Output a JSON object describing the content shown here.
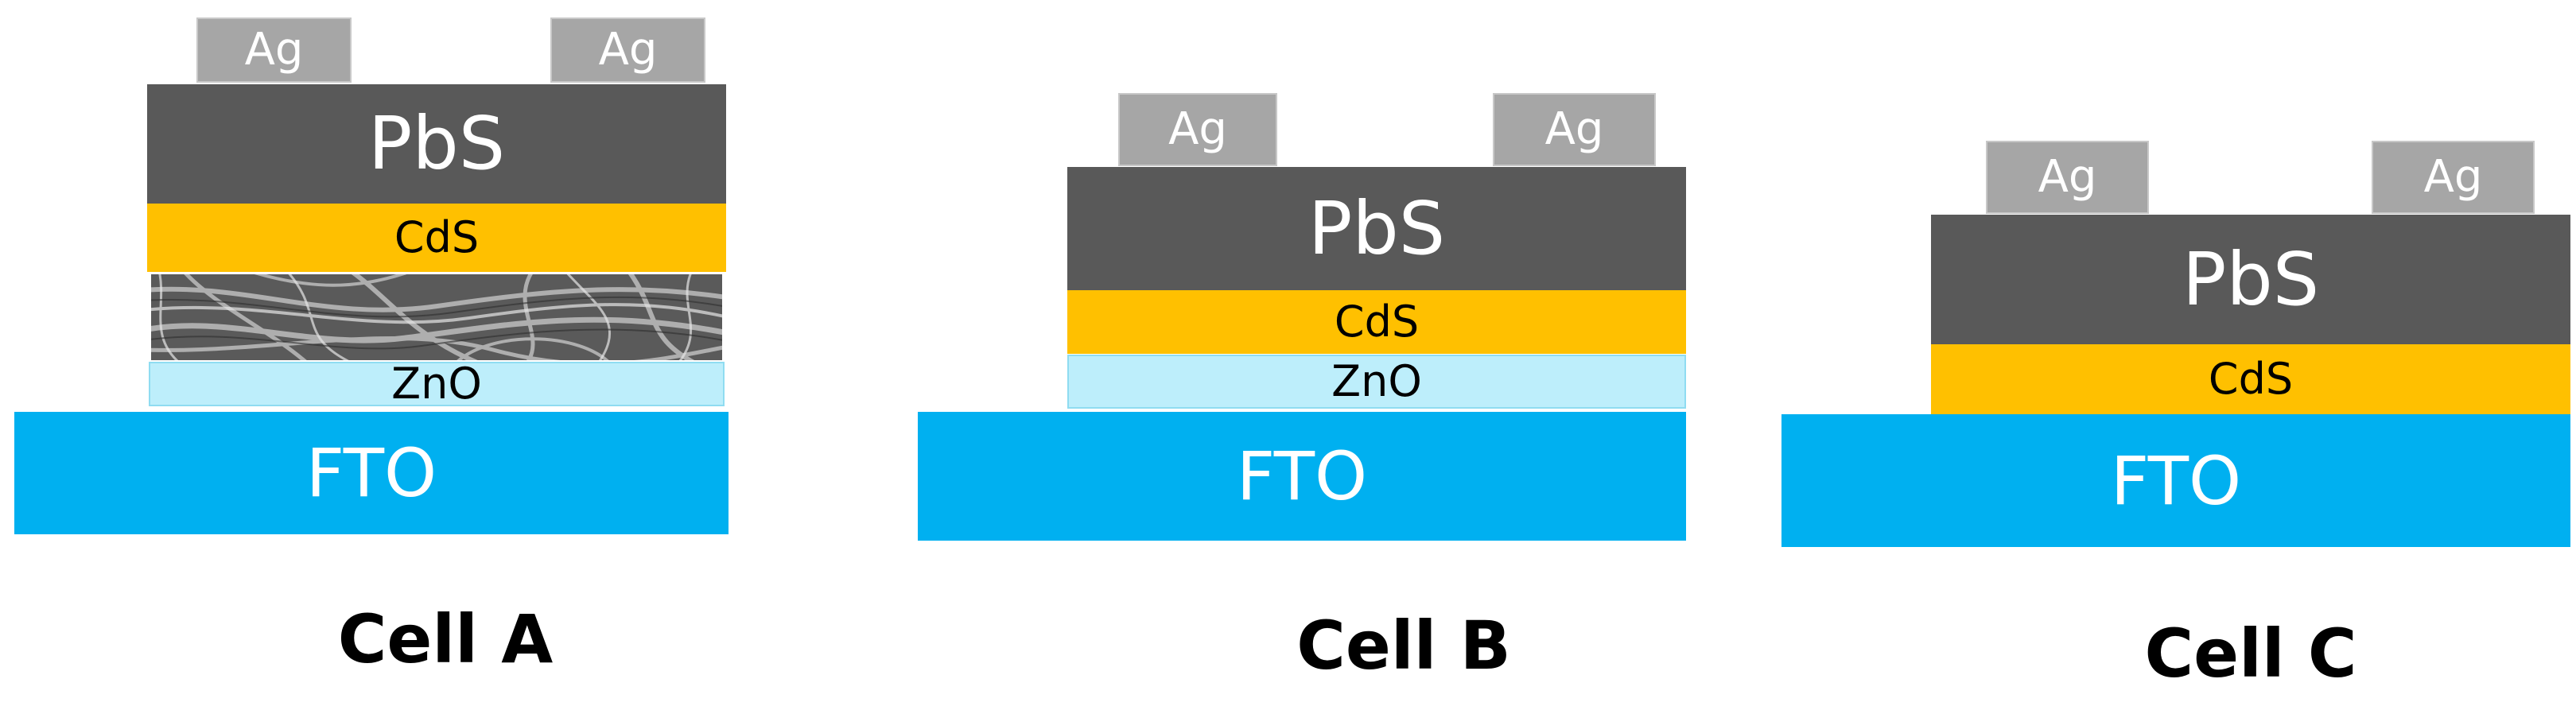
{
  "colors": {
    "ag": "#a6a6a6",
    "pbs": "#595959",
    "cds": "#ffc000",
    "zno": "#bdeefb",
    "fto": "#00b0f0",
    "fiber_layer": "#5e5e5e"
  },
  "cells": [
    {
      "label": "Cell A",
      "layers": {
        "ag_left": "Ag",
        "ag_right": "Ag",
        "pbs": "PbS",
        "cds": "CdS",
        "zno": "ZnO",
        "fto": "FTO"
      },
      "nanofiber_layer": true
    },
    {
      "label": "Cell B",
      "layers": {
        "ag_left": "Ag",
        "ag_right": "Ag",
        "pbs": "PbS",
        "cds": "CdS",
        "zno": "ZnO",
        "fto": "FTO"
      },
      "nanofiber_layer": false
    },
    {
      "label": "Cell C",
      "layers": {
        "ag_left": "Ag",
        "ag_right": "Ag",
        "pbs": "PbS",
        "cds": "CdS",
        "fto": "FTO"
      },
      "nanofiber_layer": false
    }
  ]
}
